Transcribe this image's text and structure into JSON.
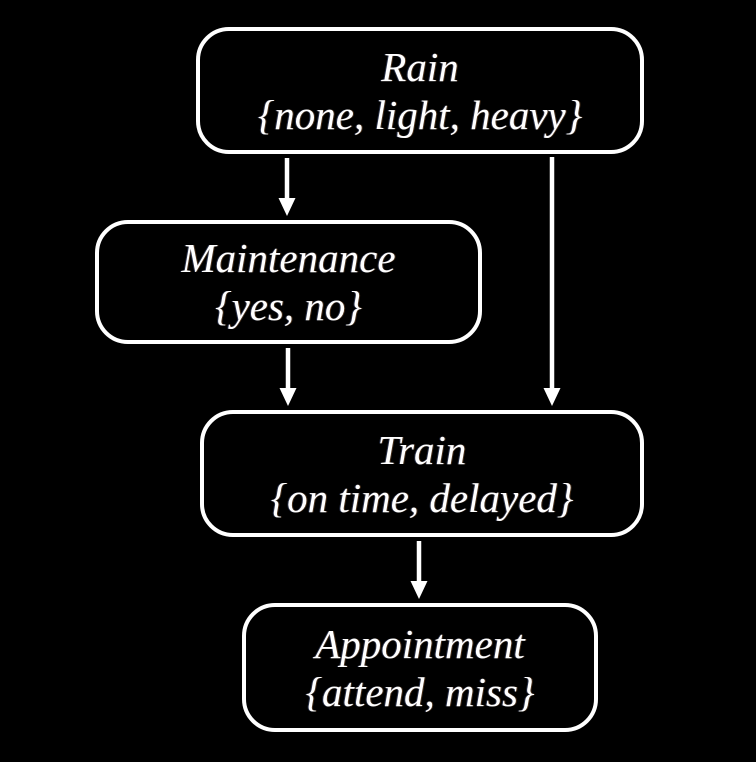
{
  "diagram": {
    "kind": "bayesian-network",
    "background_color": "#000000",
    "node_border_color": "#ffffff",
    "text_color": "#ffffff",
    "arrow_color": "#ffffff"
  },
  "nodes": [
    {
      "id": "rain",
      "label": "Rain",
      "values": "{none, light, heavy}"
    },
    {
      "id": "maintenance",
      "label": "Maintenance",
      "values": "{yes, no}"
    },
    {
      "id": "train",
      "label": "Train",
      "values": "{on time, delayed}"
    },
    {
      "id": "appointment",
      "label": "Appointment",
      "values": "{attend, miss}"
    }
  ],
  "edges": [
    {
      "from": "Rain",
      "to": "Maintenance"
    },
    {
      "from": "Rain",
      "to": "Train"
    },
    {
      "from": "Maintenance",
      "to": "Train"
    },
    {
      "from": "Train",
      "to": "Appointment"
    }
  ]
}
